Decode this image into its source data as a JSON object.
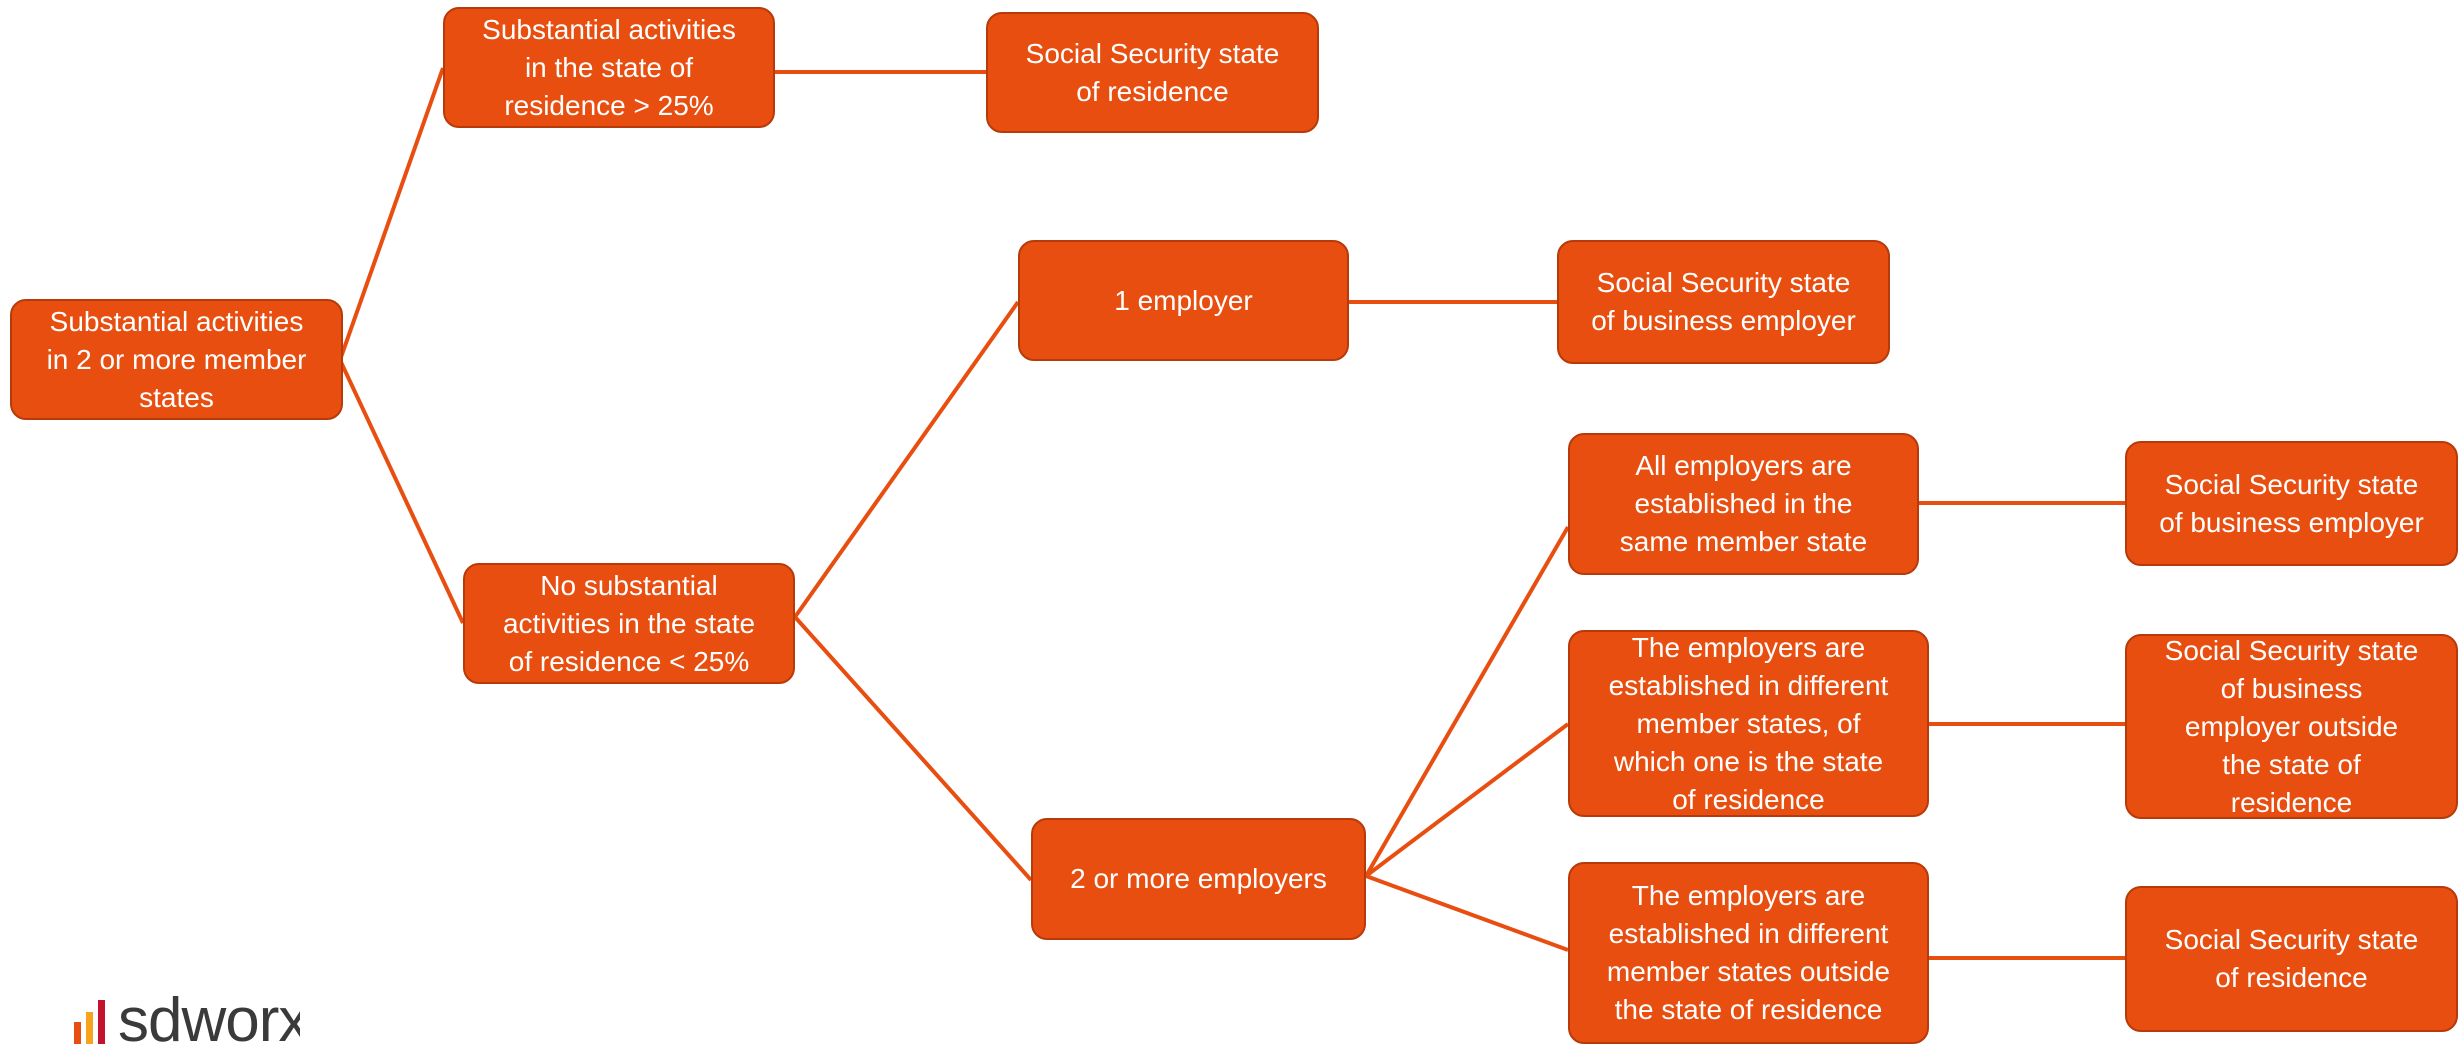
{
  "nodes": {
    "root": "Substantial activities\nin 2 or more member\nstates",
    "gt25": "Substantial activities\nin the state of\nresidence > 25%",
    "gt25_result": "Social Security state\nof residence",
    "lt25": "No substantial\nactivities in the state\nof residence < 25%",
    "one_employer": "1 employer",
    "one_employer_result": "Social Security state\nof business employer",
    "two_employers": "2 or more employers",
    "same_state": "All employers are\nestablished in the\nsame member state",
    "same_state_result": "Social Security state\nof business employer",
    "diff_incl": "The employers are\nestablished in different\nmember states, of\nwhich one is the state\nof residence",
    "diff_incl_result": "Social Security state\nof business\nemployer outside\nthe state of\nresidence",
    "diff_outside": "The employers are\nestablished in different\nmember states outside\nthe state of residence",
    "diff_outside_result": "Social Security state\nof residence"
  },
  "logo": {
    "text": "sdworx"
  },
  "colors": {
    "node_fill": "#e84e10",
    "node_border": "#b73a0a",
    "connector": "#e84e10"
  }
}
